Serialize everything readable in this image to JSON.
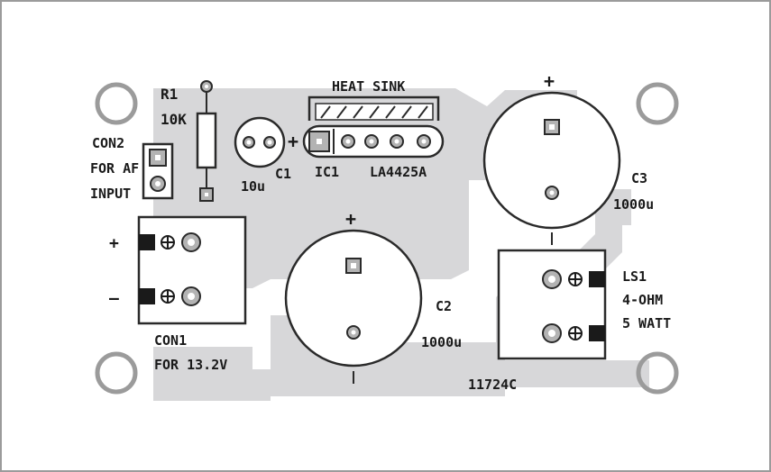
{
  "board": {
    "code": "11724C"
  },
  "components": {
    "r1": {
      "ref": "R1",
      "value": "10K"
    },
    "c1": {
      "ref": "C1",
      "value": "10u",
      "polarity": "+"
    },
    "con2": {
      "ref": "CON2",
      "line2": "FOR AF",
      "line3": "INPUT"
    },
    "ic1": {
      "ref": "IC1",
      "part": "LA4425A",
      "heatsink": "HEAT SINK"
    },
    "c3": {
      "ref": "C3",
      "value": "1000u",
      "polarity": "+"
    },
    "c2": {
      "ref": "C2",
      "value": "1000u",
      "polarity": "+"
    },
    "con1": {
      "ref": "CON1",
      "desc": "FOR 13.2V",
      "plus": "+",
      "minus": "–"
    },
    "ls1": {
      "ref": "LS1",
      "spec1": "4-OHM",
      "spec2": "5 WATT"
    }
  },
  "colors": {
    "copper": "#d7d7d9",
    "outline": "#2a2a2a",
    "hole_ring": "#9b9b9b",
    "pad": "#b3b3b3"
  }
}
